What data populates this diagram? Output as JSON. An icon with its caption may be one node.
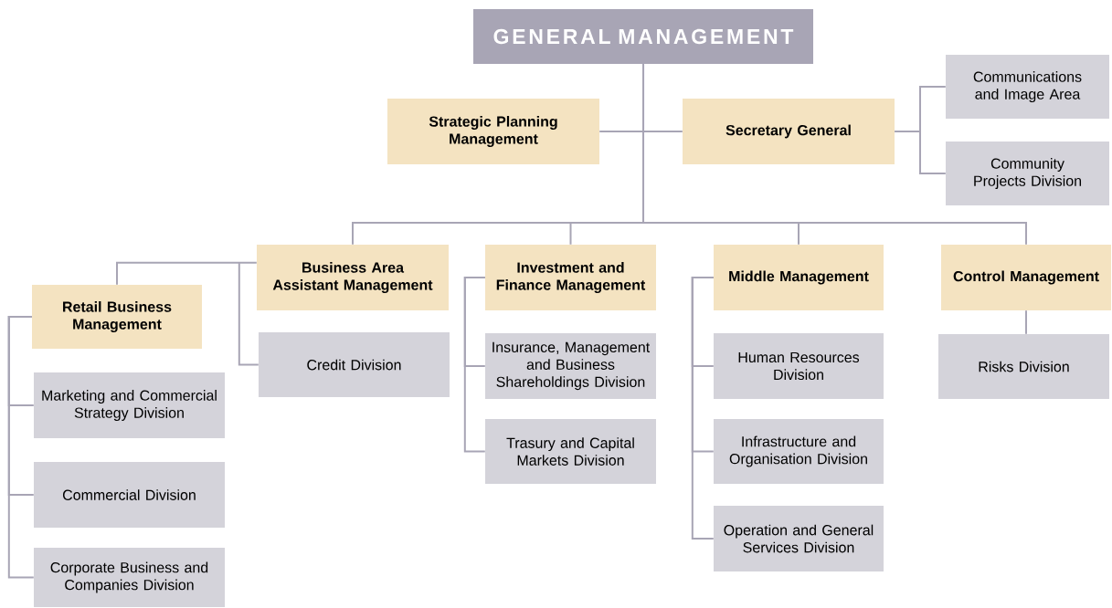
{
  "diagram": {
    "nodes": [
      {
        "text": [
          "GENERAL MANAGEMENT"
        ]
      },
      {
        "text": [
          "Strategic Planning Management"
        ]
      },
      {
        "text": [
          "Secretary General"
        ]
      },
      {
        "text": [
          "Communications and Image Area"
        ]
      },
      {
        "text": [
          "Community Projects Division"
        ]
      },
      {
        "text": [
          "Business Area Assistant Management"
        ]
      },
      {
        "text": [
          "Retail Business Management"
        ]
      },
      {
        "text": [
          "Marketing and Commercial Strategy Division"
        ]
      },
      {
        "text": [
          "Commercial Division"
        ]
      },
      {
        "text": [
          "Corporate Business and Companies Division"
        ]
      },
      {
        "text": [
          "Credit Division"
        ]
      },
      {
        "text": [
          "Investment and Finance Management"
        ]
      },
      {
        "text": [
          "Insurance, Management and Business Shareholdings Division"
        ]
      },
      {
        "text": [
          "Trasury and Capital Markets Division"
        ]
      },
      {
        "text": [
          "Middle Management"
        ]
      },
      {
        "text": [
          "Human Resources Division"
        ]
      },
      {
        "text": [
          "Infrastructure and Organisation Division"
        ]
      },
      {
        "text": [
          "Operation and General Services Division"
        ]
      },
      {
        "text": [
          "Control Management"
        ]
      },
      {
        "text": [
          "Risks Division"
        ]
      }
    ],
    "edges": [
      {
        "from": 0,
        "to": 1,
        "arrow": "none"
      },
      {
        "from": 0,
        "to": 2,
        "arrow": "none"
      },
      {
        "from": 2,
        "to": 3,
        "arrow": "none"
      },
      {
        "from": 2,
        "to": 4,
        "arrow": "none"
      },
      {
        "from": 0,
        "to": 5,
        "arrow": "none"
      },
      {
        "from": 0,
        "to": 11,
        "arrow": "none"
      },
      {
        "from": 0,
        "to": 14,
        "arrow": "none"
      },
      {
        "from": 0,
        "to": 18,
        "arrow": "none"
      },
      {
        "from": 5,
        "to": 6,
        "arrow": "none"
      },
      {
        "from": 5,
        "to": 10,
        "arrow": "none"
      },
      {
        "from": 6,
        "to": 7,
        "arrow": "none"
      },
      {
        "from": 6,
        "to": 8,
        "arrow": "none"
      },
      {
        "from": 6,
        "to": 9,
        "arrow": "none"
      },
      {
        "from": 11,
        "to": 12,
        "arrow": "none"
      },
      {
        "from": 11,
        "to": 13,
        "arrow": "none"
      },
      {
        "from": 14,
        "to": 15,
        "arrow": "none"
      },
      {
        "from": 14,
        "to": 16,
        "arrow": "none"
      },
      {
        "from": 14,
        "to": 17,
        "arrow": "none"
      },
      {
        "from": 18,
        "to": 19,
        "arrow": "none"
      }
    ]
  }
}
